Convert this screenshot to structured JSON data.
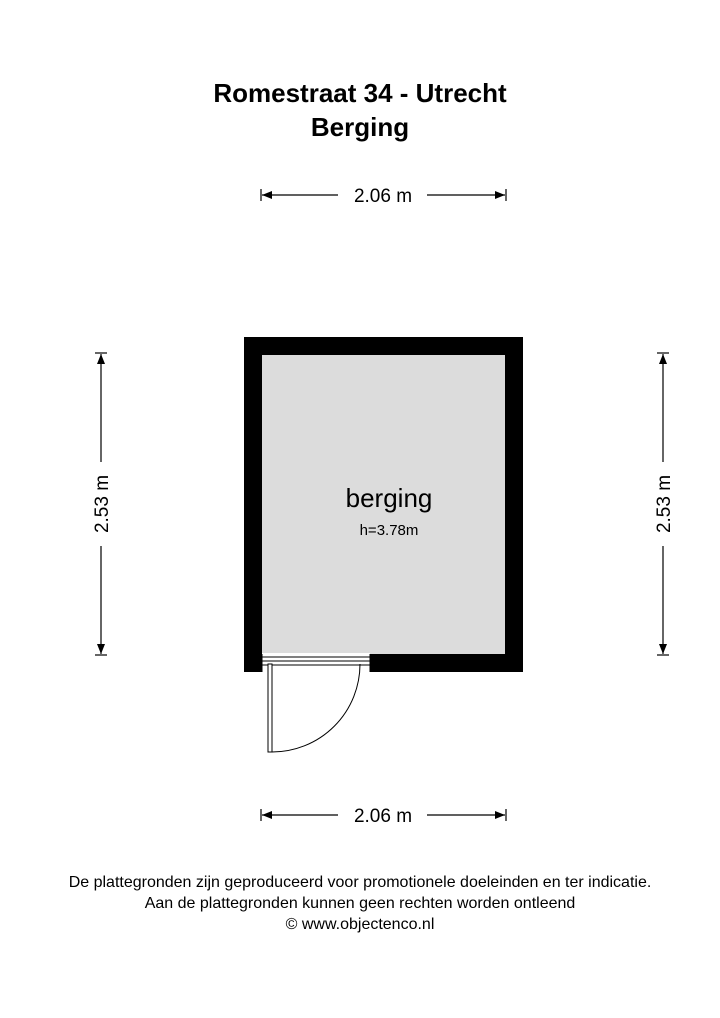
{
  "header": {
    "address": "Romestraat 34 - Utrecht",
    "subtitle": "Berging"
  },
  "dimensions": {
    "top_width": "2.06 m",
    "bottom_width": "2.06 m",
    "left_depth": "2.53 m",
    "right_depth": "2.53 m"
  },
  "room": {
    "name": "berging",
    "height": "h=3.78m",
    "fill_color": "#dcdcdc",
    "wall_color": "#000000"
  },
  "footer": {
    "line1": "De plattegronden zijn geproduceerd voor promotionele doeleinden en ter indicatie.",
    "line2": "Aan de plattegronden kunnen geen rechten worden ontleend",
    "line3": "© www.objectenco.nl"
  }
}
